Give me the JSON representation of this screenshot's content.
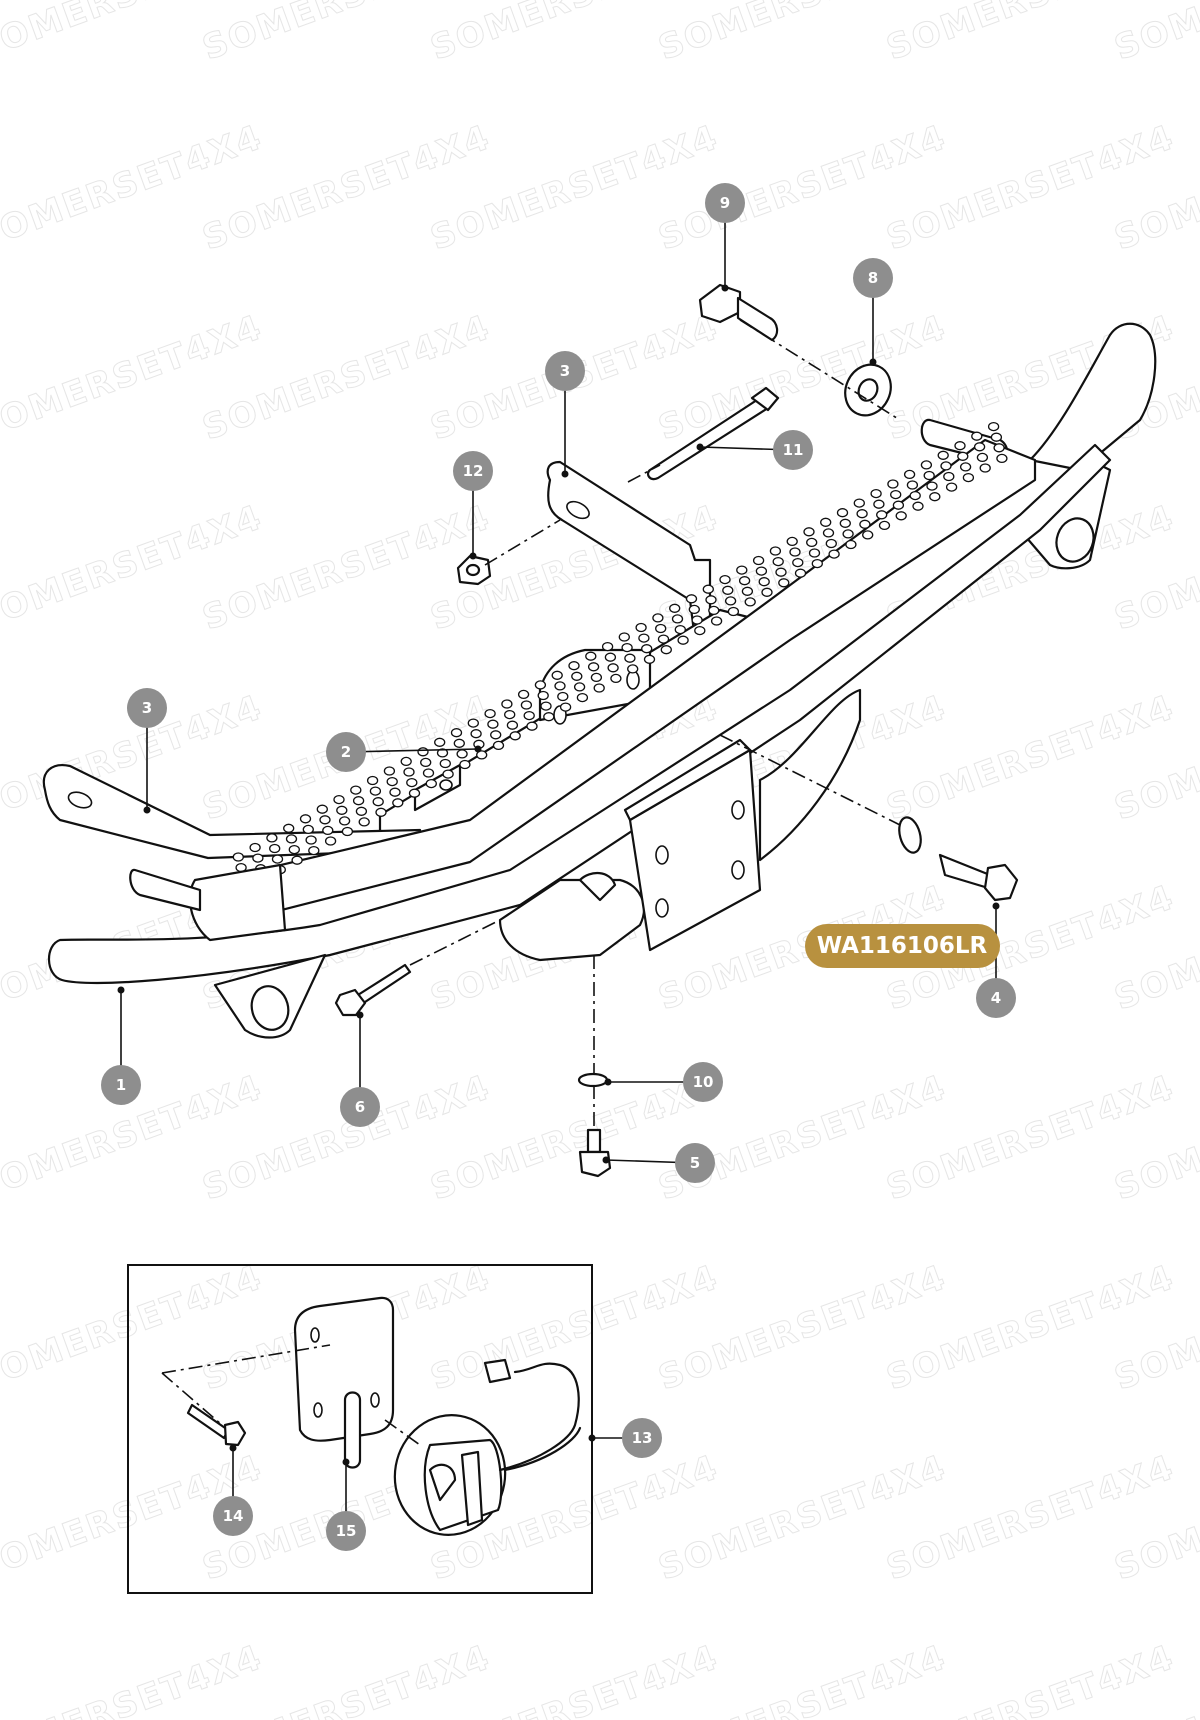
{
  "watermark": "SOMERSET4X4",
  "part_number": "WA116106LR",
  "callouts": [
    {
      "id": "c9",
      "label": "9"
    },
    {
      "id": "c8",
      "label": "8"
    },
    {
      "id": "c3a",
      "label": "3"
    },
    {
      "id": "c11",
      "label": "11"
    },
    {
      "id": "c12",
      "label": "12"
    },
    {
      "id": "c3b",
      "label": "3"
    },
    {
      "id": "c2",
      "label": "2"
    },
    {
      "id": "c4",
      "label": "4"
    },
    {
      "id": "c1",
      "label": "1"
    },
    {
      "id": "c6",
      "label": "6"
    },
    {
      "id": "c10",
      "label": "10"
    },
    {
      "id": "c5",
      "label": "5"
    },
    {
      "id": "c13",
      "label": "13"
    },
    {
      "id": "c14",
      "label": "14"
    },
    {
      "id": "c15",
      "label": "15"
    }
  ],
  "colors": {
    "callout": "#8e8e8e",
    "badge": "#b8913f",
    "line": "#111111"
  }
}
